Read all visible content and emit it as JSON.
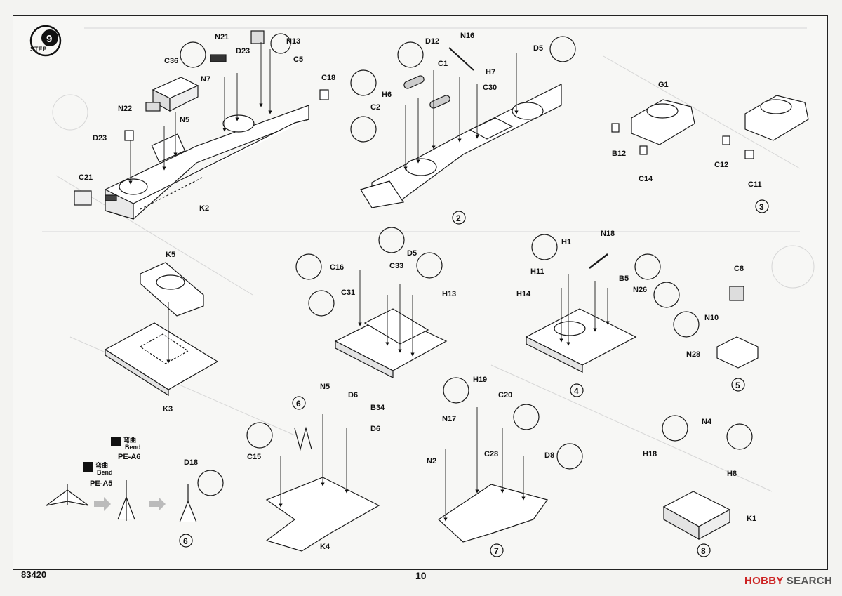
{
  "step": {
    "label": "STEP",
    "number": "9"
  },
  "footer": {
    "code": "83420",
    "page": "10",
    "watermark_brand": "HOBBY",
    "watermark_rest": " SEARCH"
  },
  "sub_steps": {
    "s2": "2",
    "s3": "3",
    "s4": "4",
    "s5": "5",
    "s6": "6",
    "s6b": "6",
    "s7": "7",
    "s8": "8"
  },
  "bend": {
    "word_cn": "弯曲",
    "word_en": "Bend"
  },
  "parts": {
    "main": [
      "N21",
      "N13",
      "D23",
      "C5",
      "C36",
      "N7",
      "C18",
      "N22",
      "N5",
      "D23",
      "C21",
      "K2"
    ],
    "sub2": [
      "D12",
      "N16",
      "C1",
      "D5",
      "H7",
      "H6",
      "C30",
      "C2"
    ],
    "sub3": [
      "G1",
      "B12",
      "C14",
      "C12",
      "C11"
    ],
    "kk": [
      "K5",
      "K3"
    ],
    "sub4left": [
      "C16",
      "C33",
      "D5",
      "C31",
      "H13"
    ],
    "sub4": [
      "N18",
      "H1",
      "H11",
      "B5",
      "H14",
      "N26"
    ],
    "sub5": [
      "C8",
      "N10",
      "N28"
    ],
    "sub6": [
      "N5",
      "D6",
      "B34",
      "D6",
      "C15",
      "K4",
      "PE-A6",
      "PE-A5",
      "D18"
    ],
    "sub7": [
      "H19",
      "C20",
      "N17",
      "N2",
      "C28",
      "D8"
    ],
    "sub8": [
      "N4",
      "H18",
      "H8",
      "K1"
    ]
  },
  "colors": {
    "line": "#1a1a1a",
    "paper": "#f7f7f5",
    "ghost": "#d4d4d4"
  }
}
